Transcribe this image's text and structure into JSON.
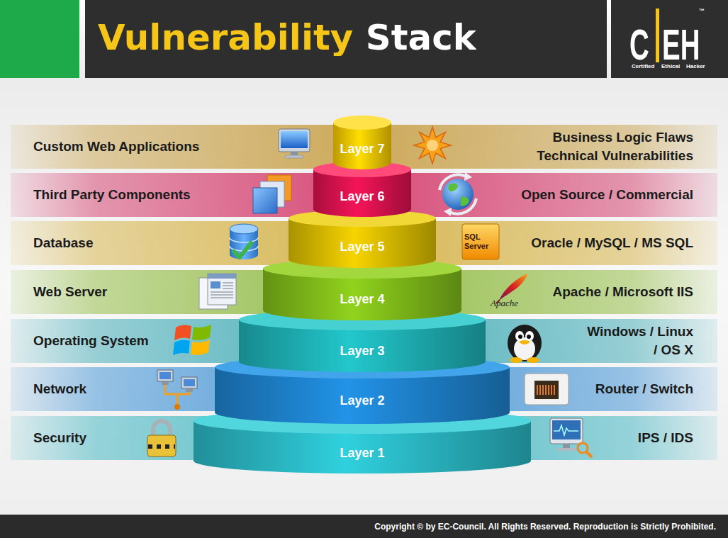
{
  "diagram": {
    "title": "Vulnerability Stack",
    "caption": "Copyright © by EC-Council. All Rights Reserved. Reproduction is Strictly Prohibited.",
    "nodes": [
      {
        "text": [
          "Custom Web Applications",
          "Business Logic Flaws",
          "Technical Vulnerabilities"
        ]
      },
      {
        "text": [
          "Layer 7"
        ]
      },
      {
        "text": [
          "Third Party Components",
          "Open Source / Commercial"
        ]
      },
      {
        "text": [
          "Layer 6"
        ]
      },
      {
        "text": [
          "Database",
          "Oracle / MySQL / MS SQL"
        ]
      },
      {
        "text": [
          "Layer 5"
        ]
      },
      {
        "text": [
          "Web Server",
          "Apache / Microsoft IIS"
        ]
      },
      {
        "text": [
          "Layer 4"
        ]
      },
      {
        "text": [
          "Operating System",
          "Windows / Linux / OS X"
        ]
      },
      {
        "text": [
          "Layer 3"
        ]
      },
      {
        "text": [
          "Network",
          "Router / Switch"
        ]
      },
      {
        "text": [
          "Layer 2"
        ]
      },
      {
        "text": [
          "Security",
          "IPS / IDS"
        ]
      },
      {
        "text": [
          "Layer 1"
        ]
      }
    ],
    "labels": [
      "C",
      "EH",
      "™",
      "Certified",
      "Ethical",
      "Hacker",
      "SQL Server",
      "Apache"
    ]
  }
}
